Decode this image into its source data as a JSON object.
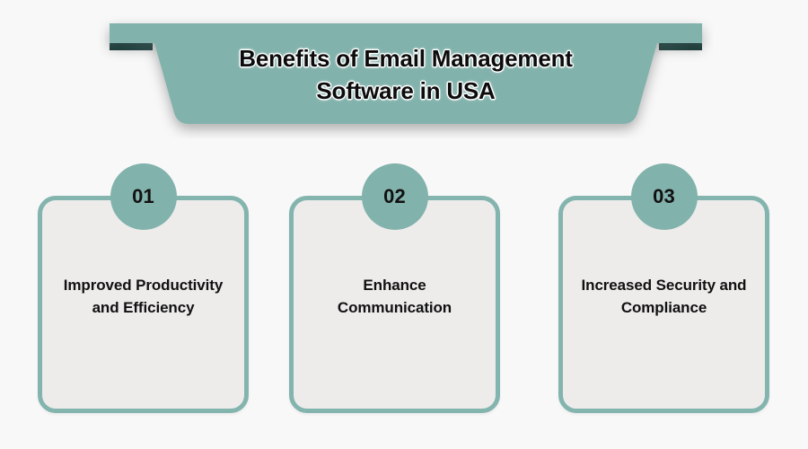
{
  "page": {
    "background_color": "#f8f8f8",
    "accent_color": "#82b2ac",
    "accent_dark_color": "#2f4f4d",
    "card_fill_color": "#edeceb",
    "text_color": "#111111"
  },
  "banner": {
    "shape": "ribbon-trapezoid",
    "fill_color": "#82b2ac",
    "fold_color": "#2f4f4d",
    "title_line_1": "Benefits of Email Management",
    "title_line_2": "Software in USA",
    "title_full": "Benefits of Email Management Software in USA"
  },
  "cards": [
    {
      "number": "01",
      "label": "Improved Productivity and Efficiency"
    },
    {
      "number": "02",
      "label": "Enhance Communication"
    },
    {
      "number": "03",
      "label": "Increased Security and Compliance"
    }
  ]
}
